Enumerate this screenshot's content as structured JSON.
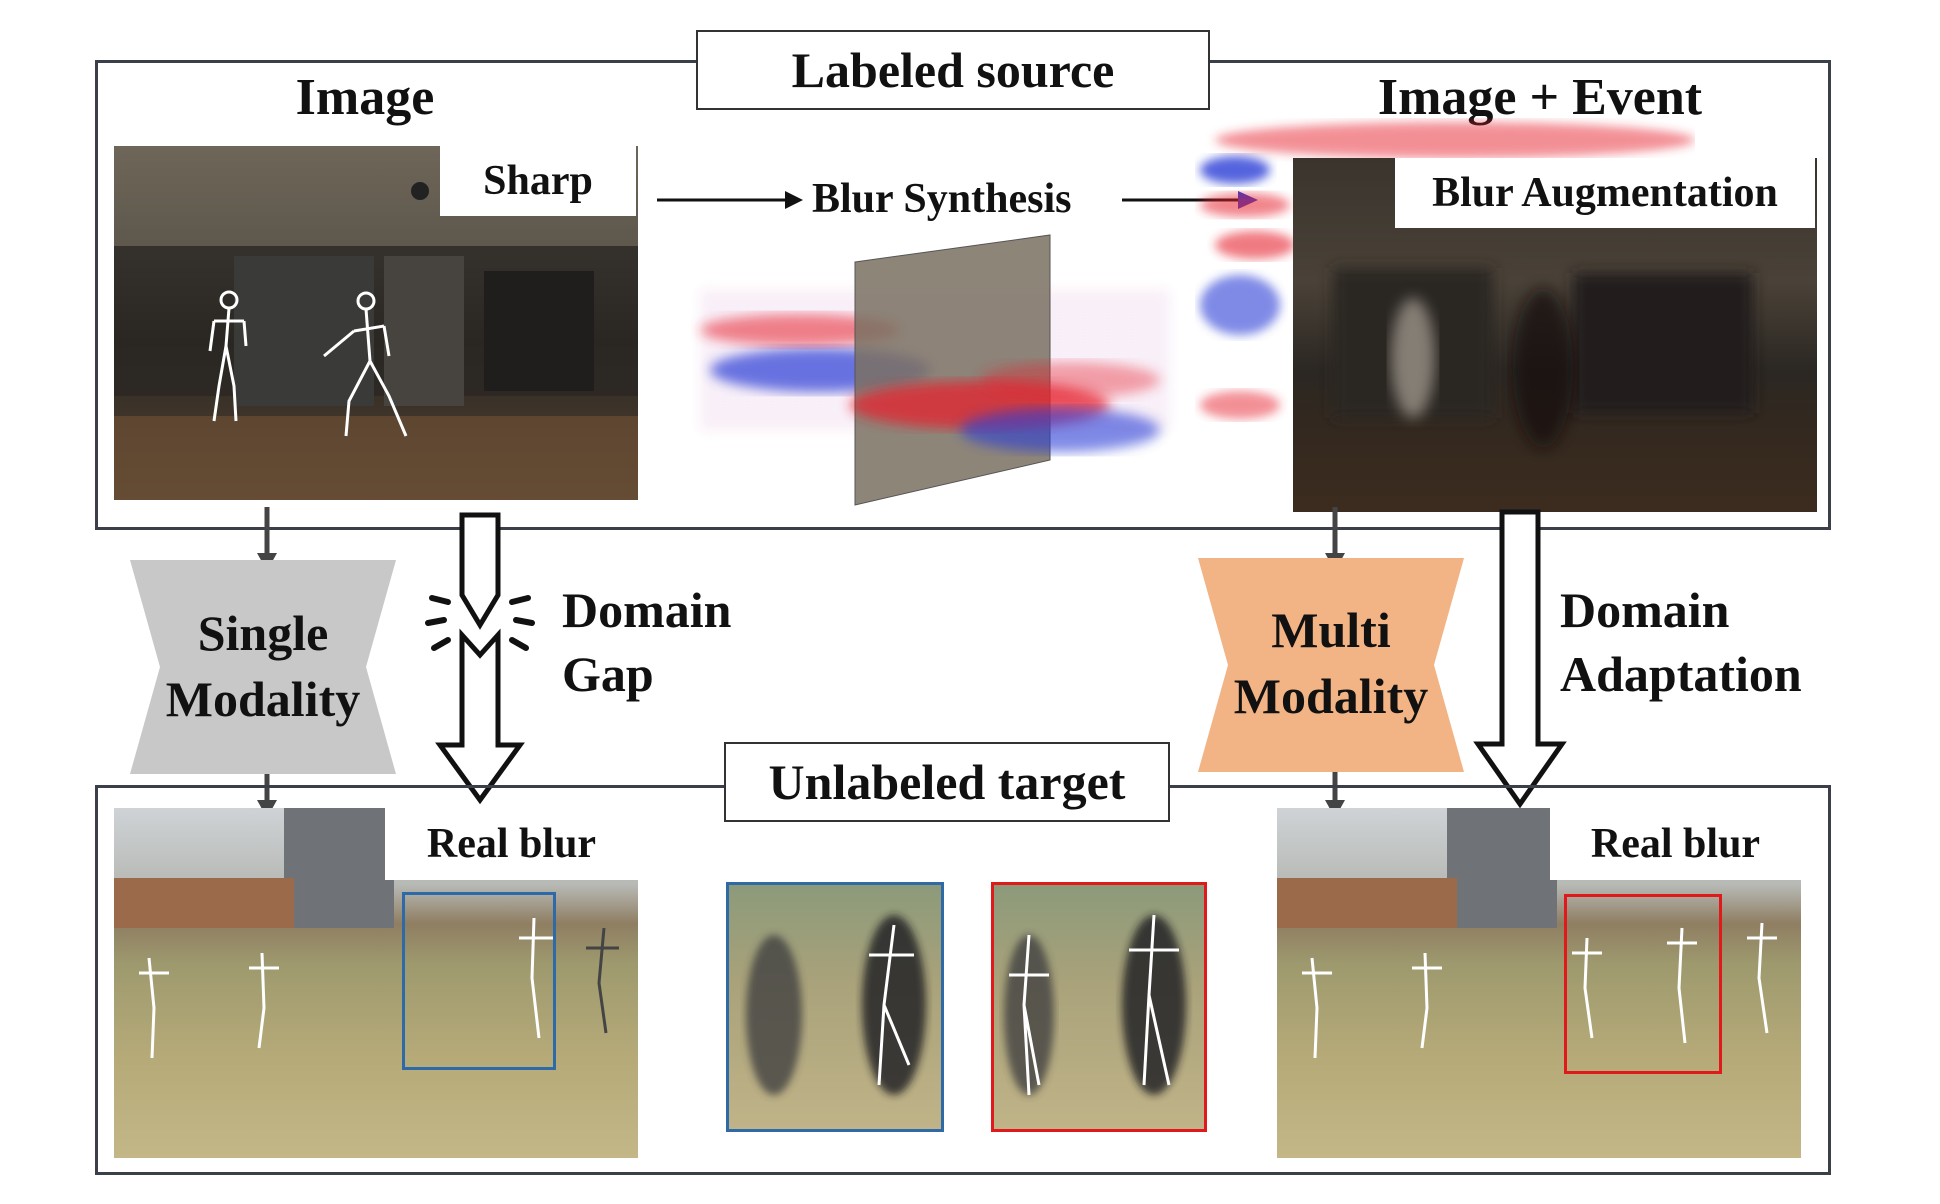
{
  "source": {
    "title": "Labeled source",
    "left_header": "Image",
    "right_header": "Image + Event",
    "sharp_label": "Sharp",
    "blur_synthesis_label": "Blur Synthesis",
    "blur_augmentation_label": "Blur Augmentation"
  },
  "middle": {
    "single_modality_line1": "Single",
    "single_modality_line2": "Modality",
    "domain_gap_line1": "Domain",
    "domain_gap_line2": "Gap",
    "multi_modality_line1": "Multi",
    "multi_modality_line2": "Modality",
    "domain_adaptation_line1": "Domain",
    "domain_adaptation_line2": "Adaptation"
  },
  "target": {
    "title": "Unlabeled target",
    "left_label": "Real blur",
    "right_label": "Real blur"
  },
  "colors": {
    "frame": "#3b3f4a",
    "single_modality": "#c8c8c8",
    "multi_modality": "#f2b385",
    "blue_box": "#2f6aa8",
    "red_box": "#e01a1a",
    "event_red": "#e6232e",
    "event_blue": "#2c3ed6"
  }
}
